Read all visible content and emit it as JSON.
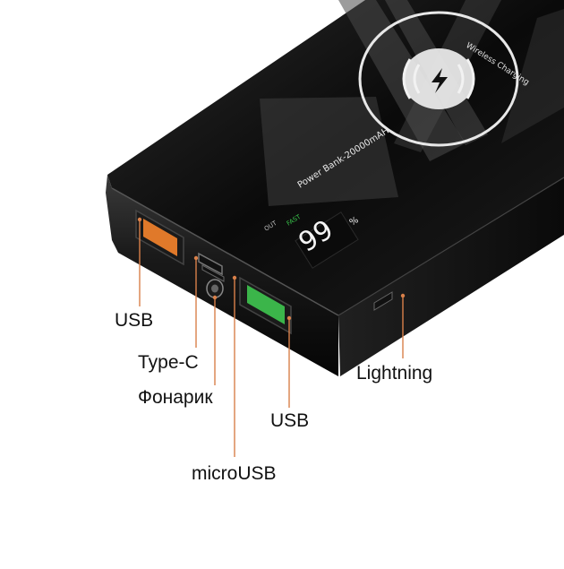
{
  "product": {
    "wireless_text": "Wireless Charging",
    "model_text": "Power Bank-20000mAH",
    "percent_display": "99",
    "percent_sign": "%",
    "fast_text": "FAST",
    "out_text": "OUT"
  },
  "callouts": {
    "usb_left": "USB",
    "type_c": "Type-C",
    "flashlight": "Фонарик",
    "usb_right": "USB",
    "micro_usb": "microUSB",
    "lightning": "Lightning"
  },
  "colors": {
    "leader_line": "#d9804a",
    "usb_port_orange": "#e0792a",
    "usb_port_green": "#3bb54a",
    "body": "#0d0d0d"
  }
}
